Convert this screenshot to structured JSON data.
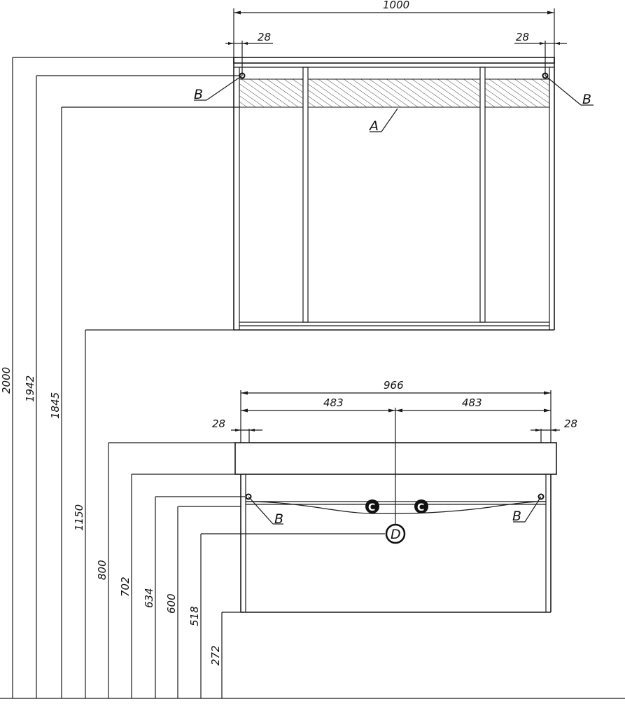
{
  "top_width": "1000",
  "top_inset_left": "28",
  "top_inset_right": "28",
  "heights": {
    "h2000": "2000",
    "h1942": "1942",
    "h1845": "1845",
    "h1150": "1150",
    "h800": "800",
    "h702": "702",
    "h634": "634",
    "h600": "600",
    "h518": "518",
    "h272": "272"
  },
  "bottom_width": "966",
  "bottom_half_left": "483",
  "bottom_half_right": "483",
  "bottom_inset_left": "28",
  "bottom_inset_right": "28",
  "labels": {
    "a": "A",
    "b": "B",
    "c": "C",
    "d": "D"
  },
  "colors": {
    "line": "#1a1a1a",
    "hatch": "#444444",
    "marker_fill": "#111111"
  }
}
